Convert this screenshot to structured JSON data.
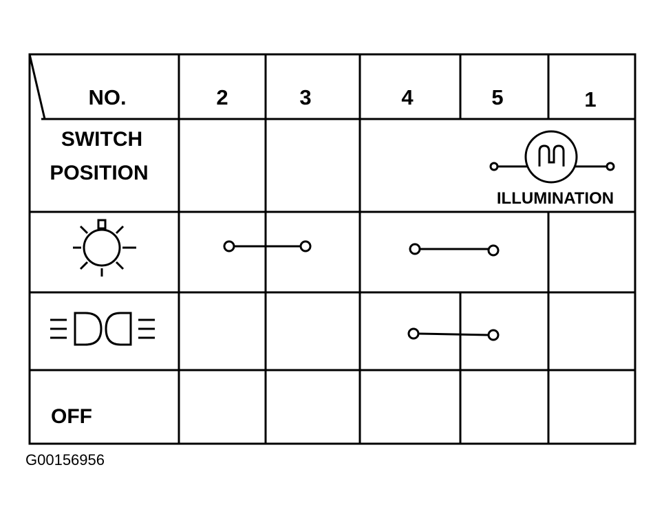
{
  "table": {
    "header_no": "NO.",
    "header_switch_line1": "SWITCH",
    "header_switch_line2": "POSITION",
    "terminals": [
      "2",
      "3",
      "4",
      "5",
      "1"
    ],
    "illumination_label": "ILLUMINATION",
    "rows": [
      {
        "position_icon": "parking-light-icon",
        "connections": [
          [
            "2",
            "3"
          ],
          [
            "4",
            "5"
          ]
        ]
      },
      {
        "position_icon": "headlight-icon",
        "connections": [
          [
            "4",
            "5"
          ]
        ]
      },
      {
        "position_label": "OFF",
        "connections": []
      }
    ]
  },
  "figure_id": "G00156956"
}
